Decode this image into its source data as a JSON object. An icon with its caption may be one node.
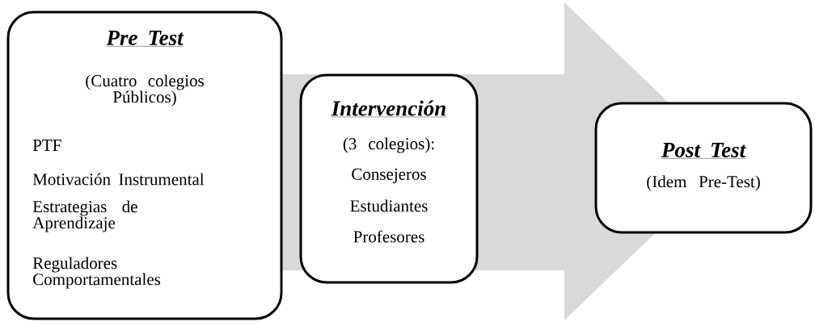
{
  "diagram": {
    "nodes": [
      {
        "text": [
          "Pre Test",
          "(Cuatro colegios Públicos)",
          "PTF",
          "Motivación Instrumental",
          "Estrategias de Aprendizaje",
          "Reguladores Comportamentales"
        ]
      },
      {
        "text": [
          "Intervención",
          "(3 colegios):",
          "Consejeros",
          "Estudiantes",
          "Profesores"
        ]
      },
      {
        "text": [
          "Post Test",
          "(Idem Pre-Test)"
        ]
      }
    ],
    "edges": [
      {
        "from": 0,
        "to": 2,
        "arrow": "to"
      }
    ]
  }
}
